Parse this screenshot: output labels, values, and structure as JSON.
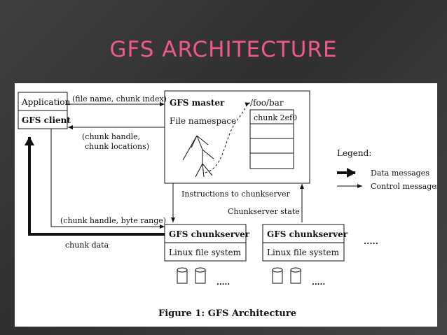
{
  "slide": {
    "title": "GFS ARCHITECTURE"
  },
  "diagram": {
    "client": {
      "app_label": "Application",
      "client_label": "GFS client"
    },
    "master": {
      "title": "GFS master",
      "namespace_label": "File namespace",
      "path_label": "/foo/bar",
      "chunk_label": "chunk 2ef0"
    },
    "edges": {
      "file_chunk_index": "(file name, chunk index)",
      "chunk_handle_locations_1": "(chunk handle,",
      "chunk_handle_locations_2": "chunk locations)",
      "instructions": "Instructions to chunkserver",
      "chunkserver_state": "Chunkserver state",
      "chunk_handle_range": "(chunk handle, byte range)",
      "chunk_data": "chunk data"
    },
    "chunkservers": [
      {
        "title": "GFS chunkserver",
        "fs": "Linux file system"
      },
      {
        "title": "GFS chunkserver",
        "fs": "Linux file system"
      }
    ],
    "ellipsis": ".....",
    "disk_ellipsis": ".....",
    "legend": {
      "title": "Legend:",
      "data": "Data messages",
      "control": "Control messages"
    },
    "caption": "Figure 1:  GFS Architecture"
  }
}
